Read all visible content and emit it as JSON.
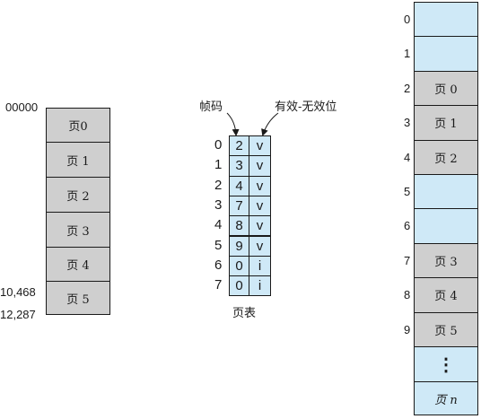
{
  "logical_memory": {
    "addr_top": "00000",
    "addr_mid": "10,468",
    "addr_bottom": "12,287",
    "pages": [
      "页0",
      "页 1",
      "页 2",
      "页 3",
      "页 4",
      "页 5"
    ]
  },
  "page_table": {
    "frame_header": "帧码",
    "valid_header": "有效-无效位",
    "caption": "页表",
    "indices": [
      "0",
      "1",
      "2",
      "3",
      "4",
      "5",
      "6",
      "7"
    ],
    "frames": [
      "2",
      "3",
      "4",
      "7",
      "8",
      "9",
      "0",
      "0"
    ],
    "bits": [
      "v",
      "v",
      "v",
      "v",
      "v",
      "v",
      "i",
      "i"
    ]
  },
  "physical_memory": {
    "indices": [
      "0",
      "1",
      "2",
      "3",
      "4",
      "5",
      "6",
      "7",
      "8",
      "9"
    ],
    "contents": [
      "",
      "",
      "页 0",
      "页 1",
      "页 2",
      "",
      "",
      "页 3",
      "页 4",
      "页 5"
    ],
    "last": "页 n",
    "ellipsis": "⋮"
  },
  "colors": {
    "page_gray": "#cfcfcf",
    "frame_blue": "#cfe9f7"
  }
}
